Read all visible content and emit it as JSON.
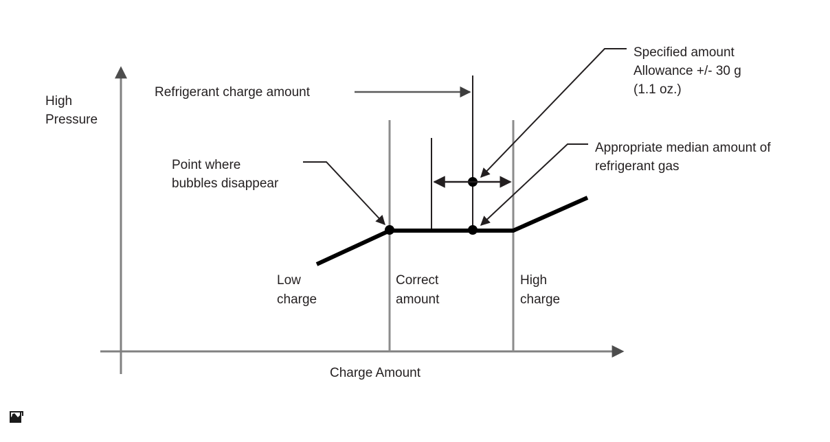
{
  "figure": {
    "type": "line",
    "axes": {
      "y_label_line1": "High",
      "y_label_line2": "Pressure",
      "x_label": "Charge Amount",
      "axis_color": "#808080"
    },
    "regions": [
      {
        "id": "low",
        "line1": "Low",
        "line2": "charge"
      },
      {
        "id": "correct",
        "line1": "Correct",
        "line2": "amount"
      },
      {
        "id": "high",
        "line1": "High",
        "line2": "charge"
      }
    ],
    "callouts": [
      {
        "id": "refrigerant-charge-amount",
        "line1": "Refrigerant charge amount"
      },
      {
        "id": "specified-amount",
        "line1": "Specified amount",
        "line2": "Allowance +/- 30 g",
        "line3": "(1.1 oz.)"
      },
      {
        "id": "appropriate-median",
        "line1": "Appropriate median amount of",
        "line2": "refrigerant gas"
      },
      {
        "id": "bubbles-point",
        "line1": "Point where",
        "line2": "bubbles disappear"
      }
    ],
    "curve_color": "#000000",
    "grid_color": "#8c8c8c"
  },
  "chart_data": {
    "type": "line",
    "title": "",
    "xlabel": "Charge Amount",
    "ylabel": "High Pressure",
    "grid": false,
    "legend": "none",
    "series": [
      {
        "name": "High pressure vs charge amount",
        "points": [
          {
            "x": 0.3,
            "y": 0.32,
            "label": "low charge region start"
          },
          {
            "x": 0.49,
            "y": 0.44,
            "label": "point where bubbles disappear"
          },
          {
            "x": 0.74,
            "y": 0.44,
            "label": "appropriate median amount of refrigerant gas"
          },
          {
            "x": 0.89,
            "y": 0.55,
            "label": "high charge region end"
          }
        ]
      }
    ],
    "markers": [
      {
        "id": "bubbles-disappear",
        "x": 0.49,
        "y": 0.44
      },
      {
        "id": "median-amount",
        "x": 0.74,
        "y": 0.44
      },
      {
        "id": "specified-amount",
        "x": 0.74,
        "y": 0.62
      }
    ],
    "regions": [
      {
        "name": "Low charge",
        "x_from": 0.0,
        "x_to": 0.49
      },
      {
        "name": "Correct amount",
        "x_from": 0.49,
        "x_to": 0.89
      },
      {
        "name": "High charge",
        "x_from": 0.89,
        "x_to": 1.0
      }
    ],
    "annotations": [
      {
        "text": "Refrigerant charge amount",
        "points_to_x": 0.74
      },
      {
        "text": "Specified amount Allowance +/- 30 g (1.1 oz.)",
        "points_to_x": 0.74
      },
      {
        "text": "Appropriate median amount of refrigerant gas",
        "points_to_x": 0.74
      },
      {
        "text": "Point where bubbles disappear",
        "points_to_x": 0.49
      }
    ],
    "tolerance": {
      "value": 30,
      "unit": "g",
      "imperial": "1.1 oz.",
      "sign": "+/-"
    }
  },
  "footer": {
    "icon": "broken-image-icon"
  }
}
